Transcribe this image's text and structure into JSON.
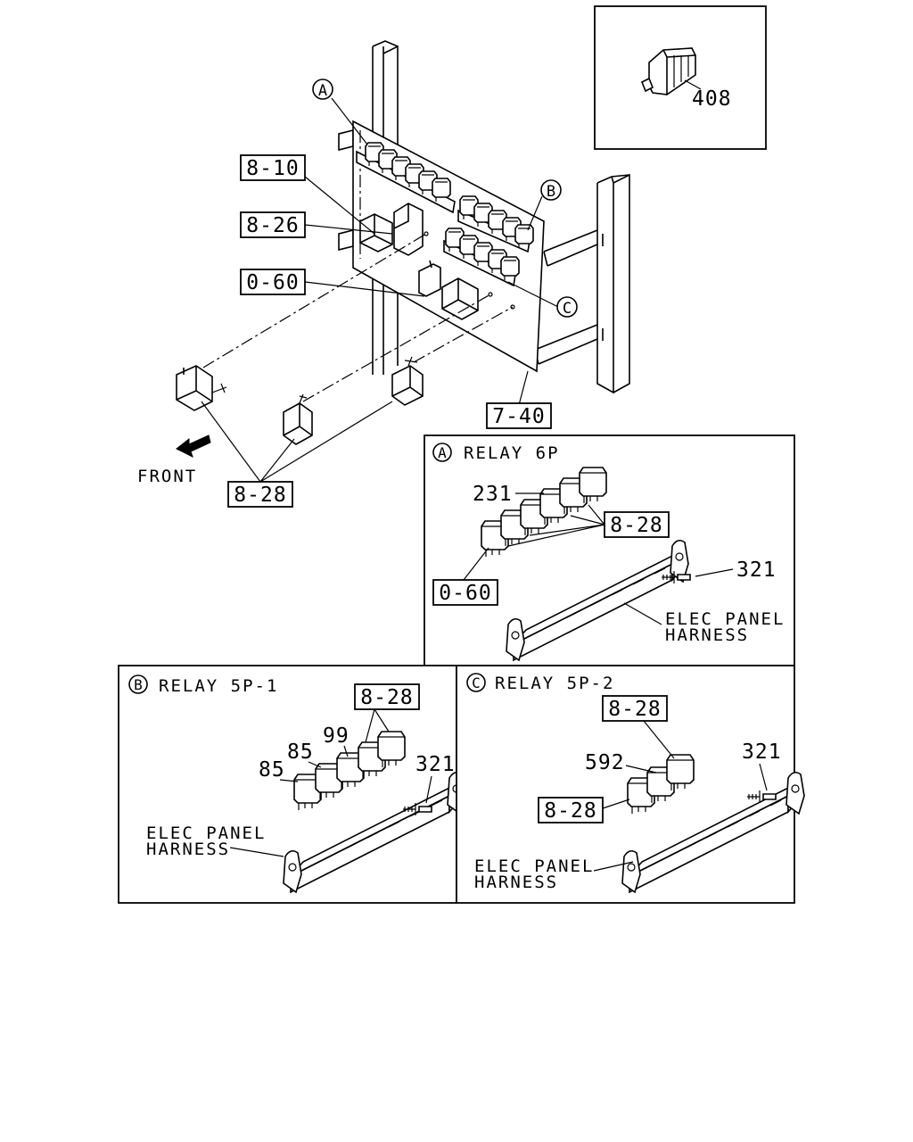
{
  "callouts": {
    "inset_part": "408",
    "label_8_10": "8-10",
    "label_8_26": "8-26",
    "label_0_60": "0-60",
    "label_7_40": "7-40",
    "label_8_28_main": "8-28",
    "front": "FRONT",
    "marker_a": "A",
    "marker_b": "B",
    "marker_c": "C"
  },
  "panel_a": {
    "marker": "A",
    "title": "RELAY 6P",
    "part_231": "231",
    "part_8_28": "8-28",
    "part_0_60": "0-60",
    "part_321": "321",
    "harness_line1": "ELEC PANEL",
    "harness_line2": "HARNESS"
  },
  "panel_b": {
    "marker": "B",
    "title": "RELAY 5P-1",
    "part_8_28": "8-28",
    "part_99": "99",
    "part_85_upper": "85",
    "part_85_lower": "85",
    "part_321": "321",
    "harness_line1": "ELEC PANEL",
    "harness_line2": "HARNESS"
  },
  "panel_c": {
    "marker": "C",
    "title": "RELAY 5P-2",
    "part_8_28_top": "8-28",
    "part_592": "592",
    "part_8_28_left": "8-28",
    "part_321": "321",
    "harness_line1": "ELEC PANEL",
    "harness_line2": "HARNESS"
  }
}
